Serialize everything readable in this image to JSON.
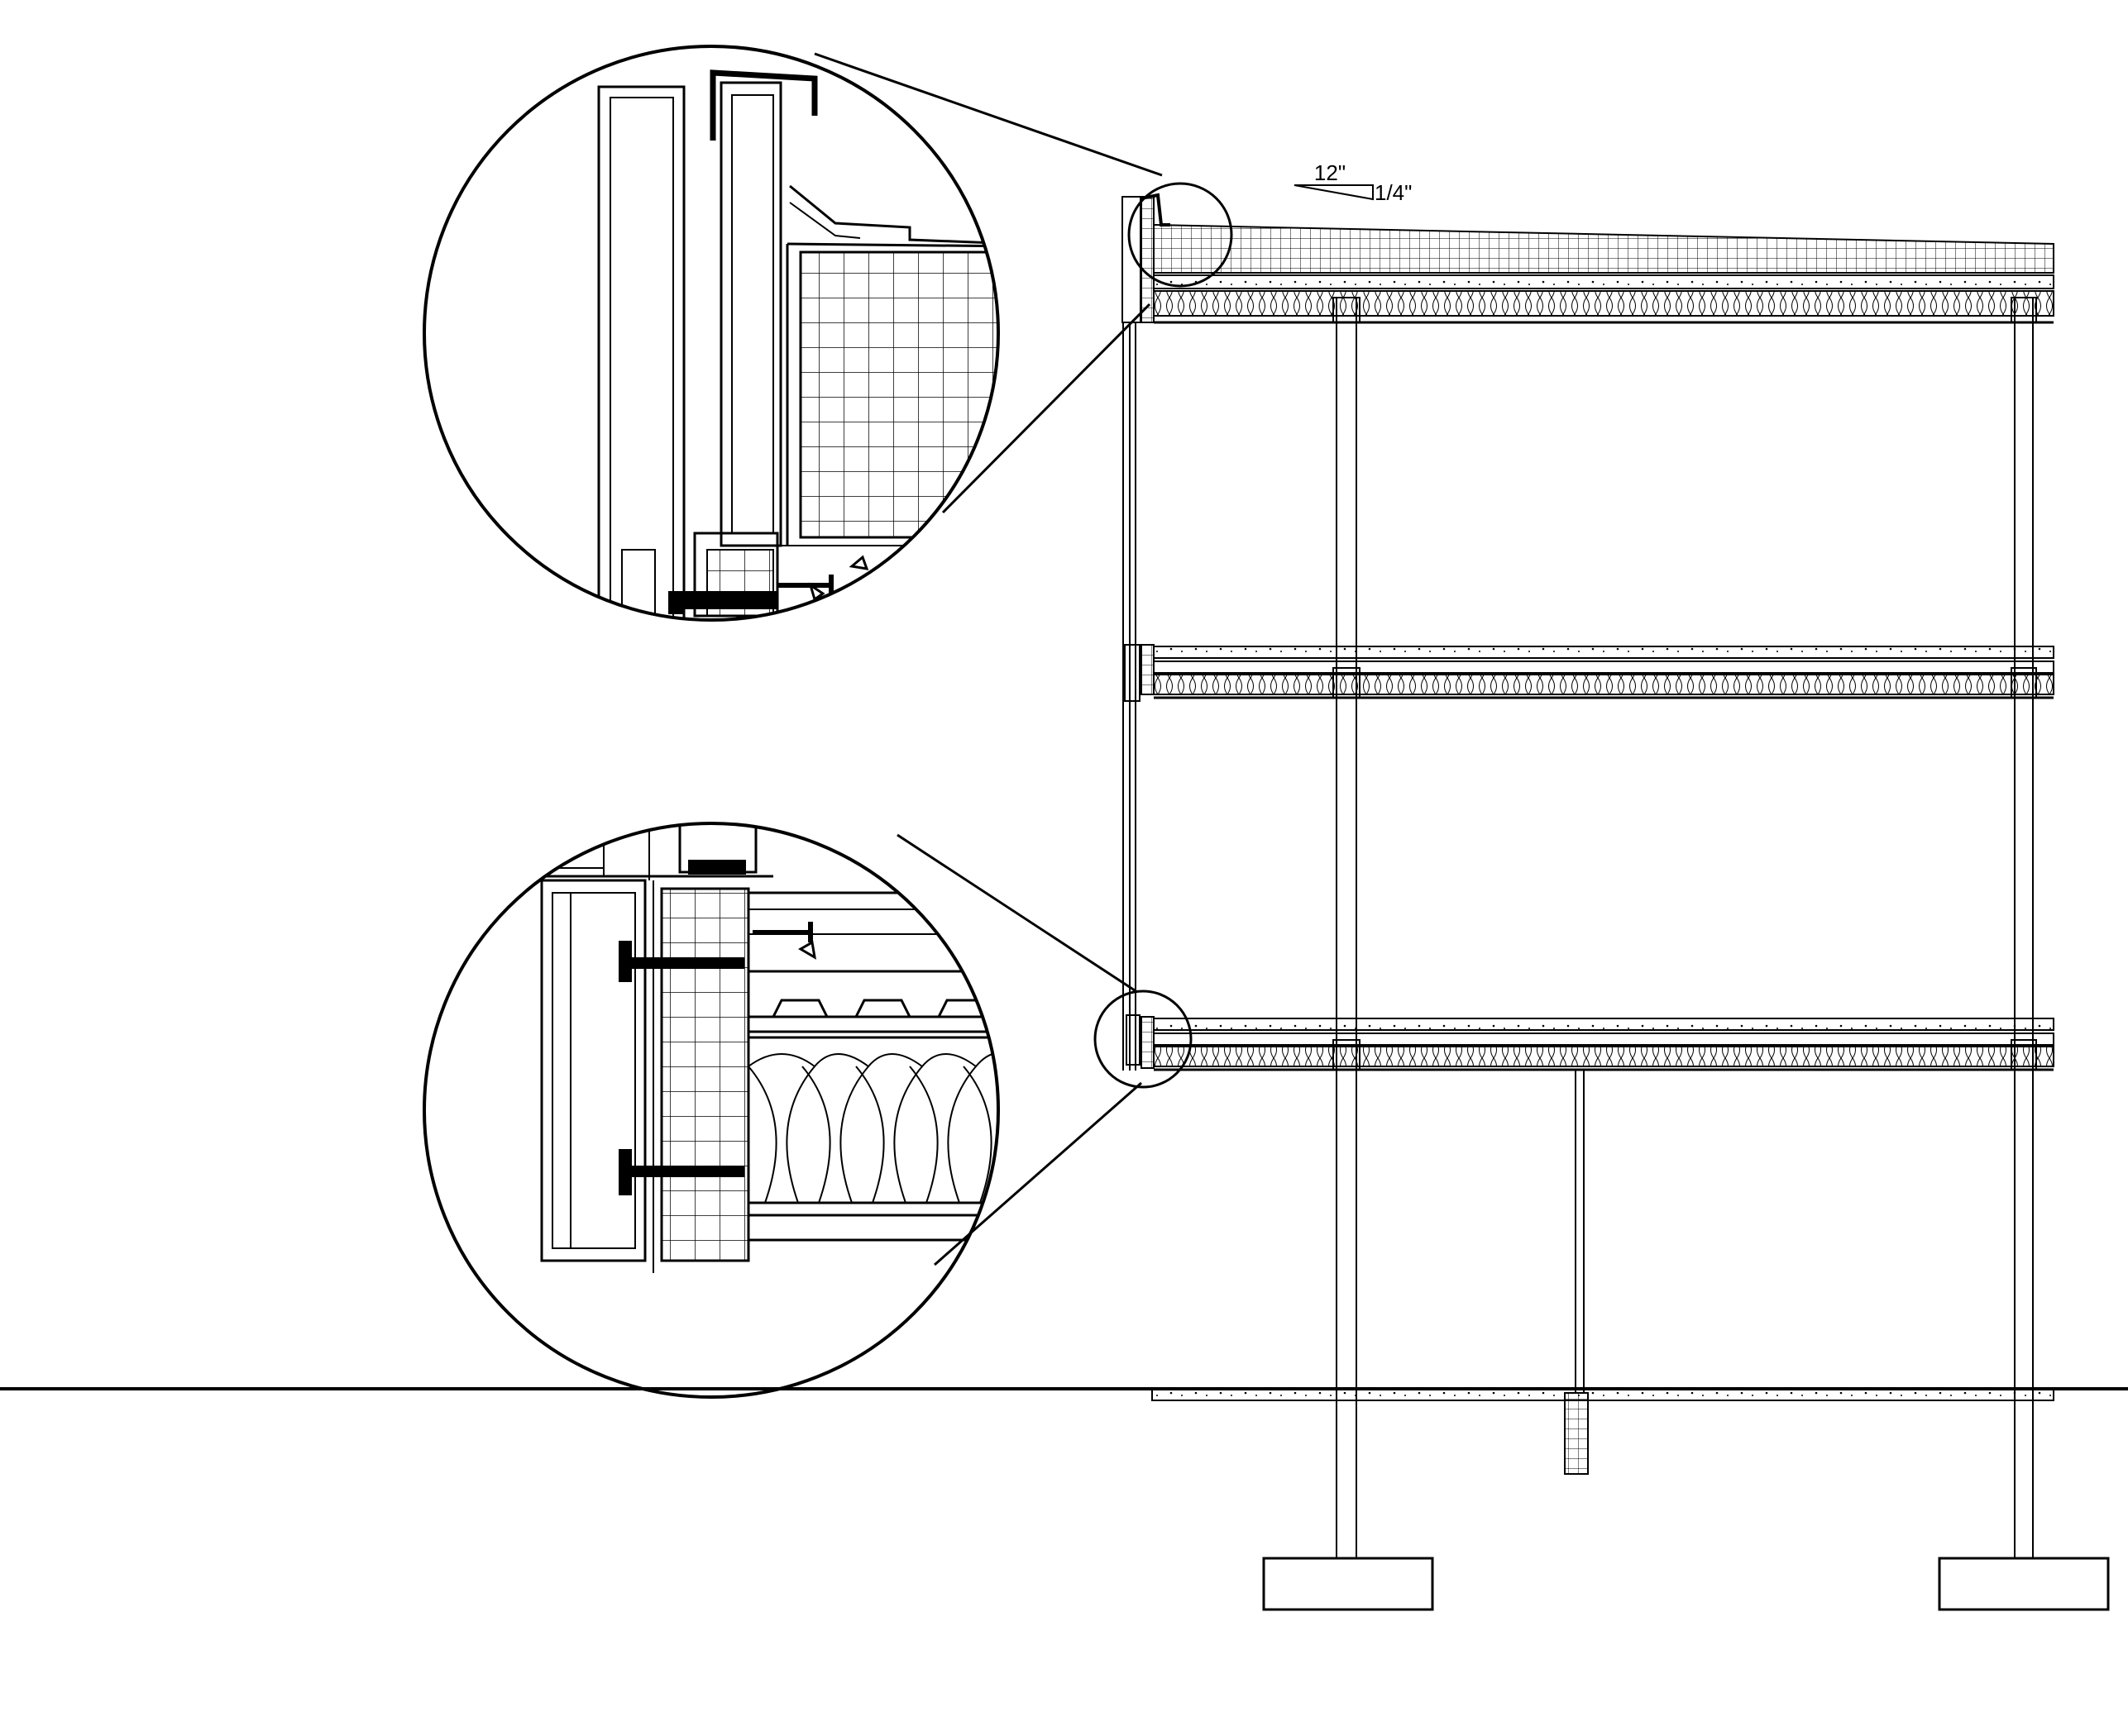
{
  "drawing": {
    "slope_label_run": "12\"",
    "slope_label_rise": "1/4\"",
    "details": [
      "parapet-detail",
      "floor-slab-edge-detail"
    ],
    "components": [
      "roof",
      "floor-slab",
      "floor-slab",
      "column",
      "column",
      "interior-column",
      "ground-slab",
      "footing",
      "footing",
      "curtain-wall"
    ]
  },
  "colors": {
    "line": "#000000",
    "background": "#ffffff"
  }
}
